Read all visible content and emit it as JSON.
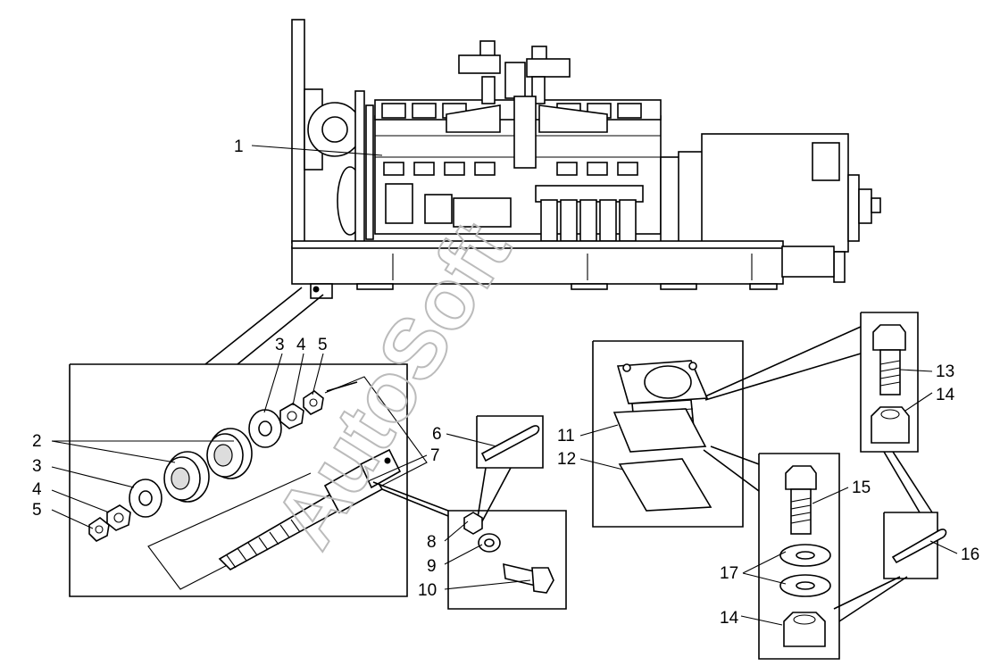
{
  "watermark": "AutoSoft",
  "callouts": {
    "c1": "1",
    "c2": "2",
    "c3a": "3",
    "c3b": "3",
    "c4a": "4",
    "c4b": "4",
    "c5a": "5",
    "c5b": "5",
    "c6": "6",
    "c7": "7",
    "c8": "8",
    "c9": "9",
    "c10": "10",
    "c11": "11",
    "c12": "12",
    "c13": "13",
    "c14a": "14",
    "c14b": "14",
    "c15": "15",
    "c16": "16",
    "c17": "17"
  }
}
